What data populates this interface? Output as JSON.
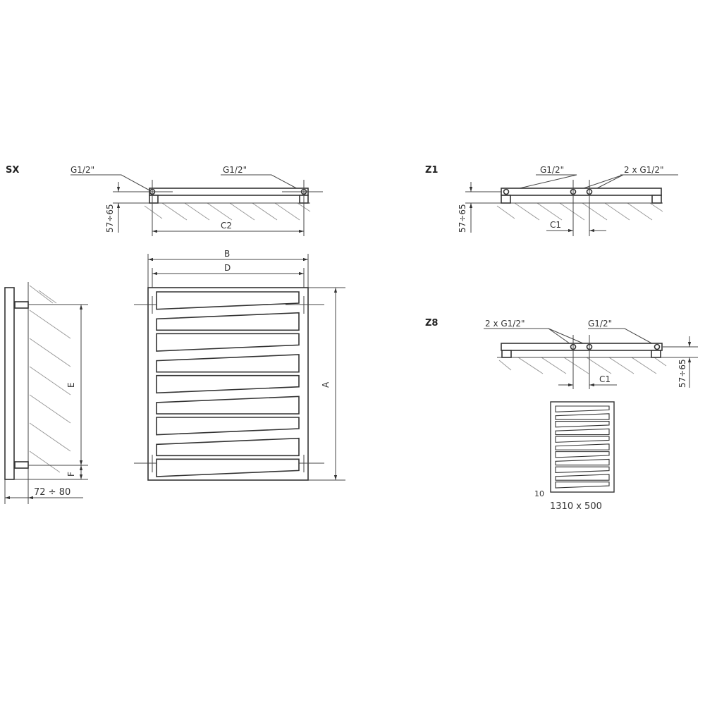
{
  "views": {
    "sx": {
      "label": "SX",
      "conn_left": "G1/2\"",
      "conn_right": "G1/2\"",
      "height_dim": "57÷65",
      "spacing_dim": "C2"
    },
    "z1": {
      "label": "Z1",
      "conn_single": "G1/2\"",
      "conn_double": "2 x G1/2\"",
      "height_dim": "57÷65",
      "spacing_dim": "C1"
    },
    "z8": {
      "label": "Z8",
      "conn_double": "2 x G1/2\"",
      "conn_single": "G1/2\"",
      "height_dim": "57÷65",
      "spacing_dim": "C1",
      "bar_count": "10",
      "size": "1310 x 500"
    },
    "front": {
      "width_dim": "B",
      "inner_width_dim": "D",
      "height_dim": "A"
    },
    "side": {
      "axis_dim": "E",
      "bottom_dim": "F",
      "depth_dim": "72 ÷ 80"
    }
  }
}
